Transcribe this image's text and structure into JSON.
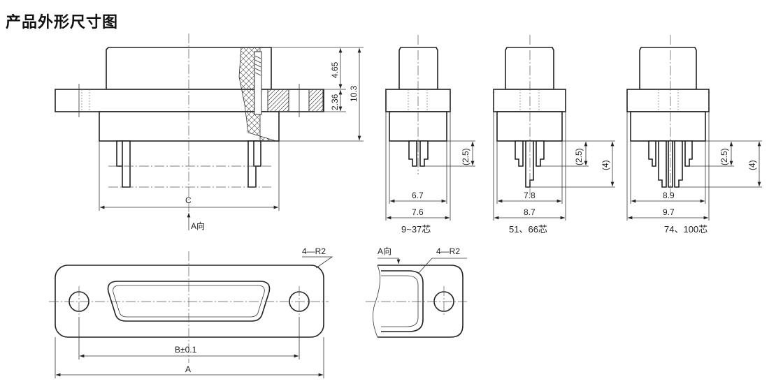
{
  "title": "产品外形尺寸图",
  "front_view": {
    "dim_c": "C",
    "dim_465": "4.65",
    "dim_236": "2.36",
    "dim_103": "10.3",
    "view_arrow": "A向"
  },
  "side_views": [
    {
      "inner": "6.7",
      "outer": "7.6",
      "pin": "(2.5)",
      "label": "9~37芯"
    },
    {
      "inner": "7.8",
      "outer": "8.7",
      "pin": "(2.5)",
      "pin2": "(4)",
      "label": "51、66芯"
    },
    {
      "inner": "8.9",
      "outer": "9.7",
      "pin": "(2.5)",
      "pin2": "(4)",
      "label": "74、100芯"
    }
  ],
  "bottom_view": {
    "radius": "4—R2",
    "dim_b": "B±0.1",
    "dim_a": "A"
  },
  "partial_view": {
    "label": "A向",
    "radius": "4—R2"
  }
}
